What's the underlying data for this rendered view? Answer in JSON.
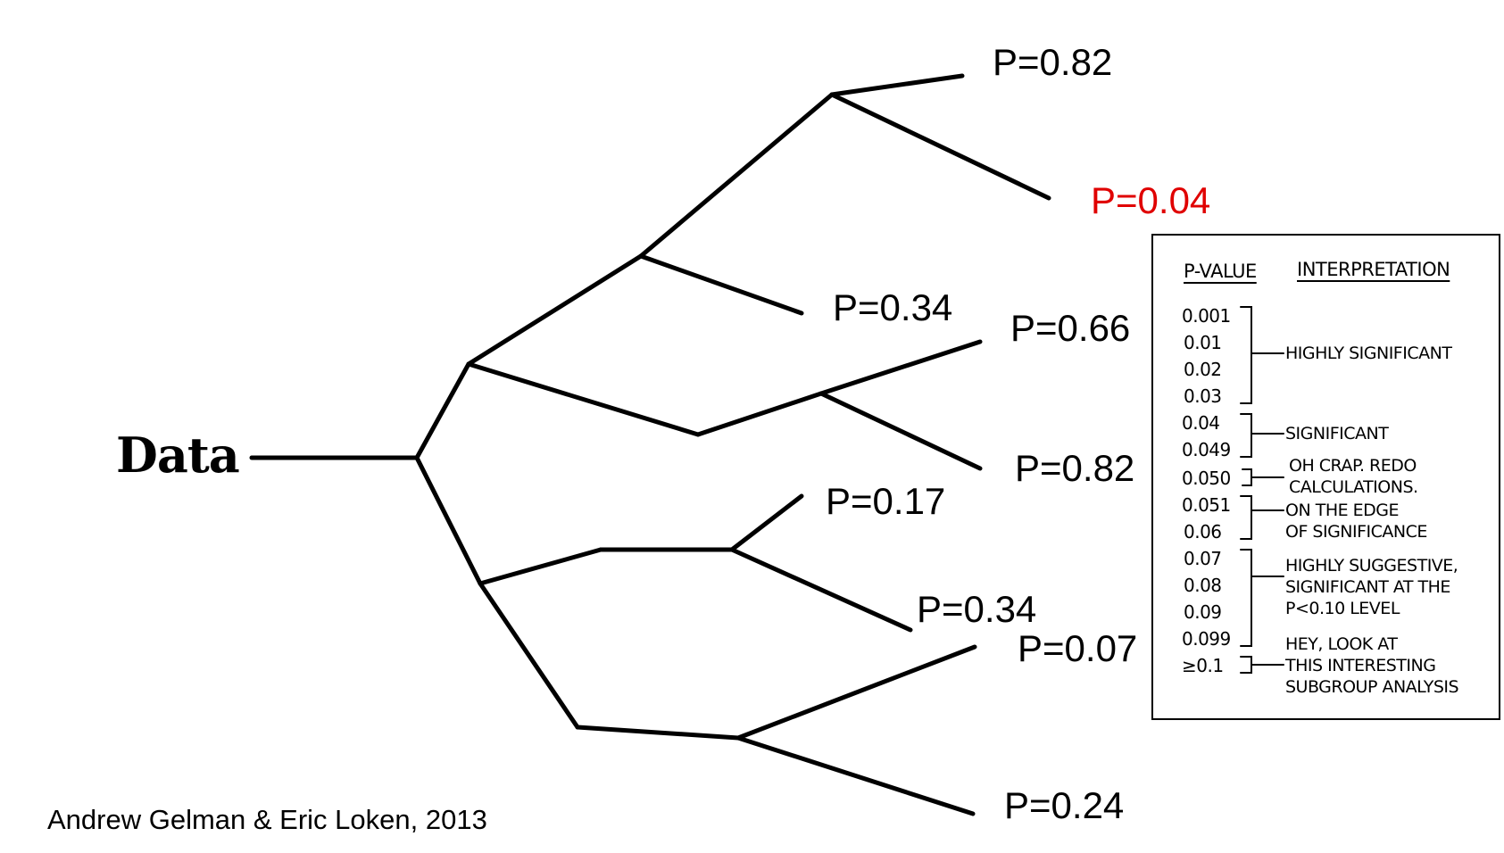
{
  "root_label": "Data",
  "credit": "Andrew Gelman & Eric Loken, 2013",
  "colors": {
    "highlight": "#e00000",
    "ink": "#000000"
  },
  "leaves": [
    {
      "label": "P=0.82"
    },
    {
      "label": "P=0.04",
      "highlighted": true
    },
    {
      "label": "P=0.34"
    },
    {
      "label": "P=0.66"
    },
    {
      "label": "P=0.82"
    },
    {
      "label": "P=0.17"
    },
    {
      "label": "P=0.34"
    },
    {
      "label": "P=0.07"
    },
    {
      "label": "P=0.24"
    }
  ],
  "inset": {
    "header_pvalue": "P-VALUE",
    "header_interpretation": "INTERPRETATION",
    "groups": [
      {
        "values": [
          "0.001",
          "0.01",
          "0.02",
          "0.03"
        ],
        "interpretation": [
          "HIGHLY SIGNIFICANT"
        ]
      },
      {
        "values": [
          "0.04",
          "0.049"
        ],
        "interpretation": [
          "SIGNIFICANT"
        ]
      },
      {
        "values": [
          "0.050"
        ],
        "interpretation": [
          "OH CRAP. REDO",
          "CALCULATIONS."
        ]
      },
      {
        "values": [
          "0.051",
          "0.06"
        ],
        "interpretation": [
          "ON THE EDGE",
          "OF SIGNIFICANCE"
        ]
      },
      {
        "values": [
          "0.07",
          "0.08",
          "0.09",
          "0.099"
        ],
        "interpretation": [
          "HIGHLY SUGGESTIVE,",
          "SIGNIFICANT AT THE",
          "P<0.10 LEVEL"
        ]
      },
      {
        "values": [
          "≥0.1"
        ],
        "interpretation": [
          "HEY, LOOK AT",
          "THIS INTERESTING",
          "SUBGROUP ANALYSIS"
        ]
      }
    ]
  }
}
